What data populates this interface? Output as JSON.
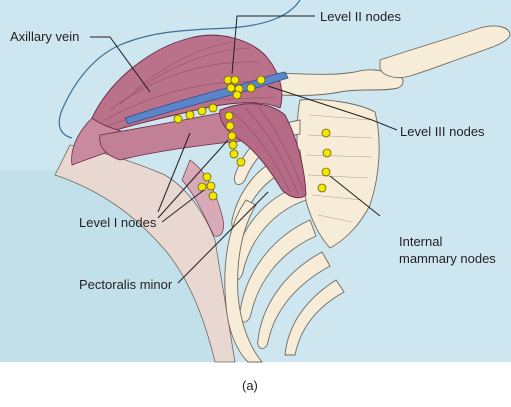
{
  "figure": {
    "panel_label": "(a)",
    "labels": {
      "axillary_vein": "Axillary vein",
      "level2": "Level II nodes",
      "level3": "Level III nodes",
      "level1": "Level I nodes",
      "internal_mammary_1": "Internal",
      "internal_mammary_2": "mammary nodes",
      "pectoralis_minor": "Pectoralis minor"
    }
  },
  "colors": {
    "background_panel": "#cde6ef",
    "muscle": "#b9728a",
    "axillary_vein": "#5b85c8",
    "lymph_node": "#f3e600",
    "bone": "#f7ecd8"
  }
}
